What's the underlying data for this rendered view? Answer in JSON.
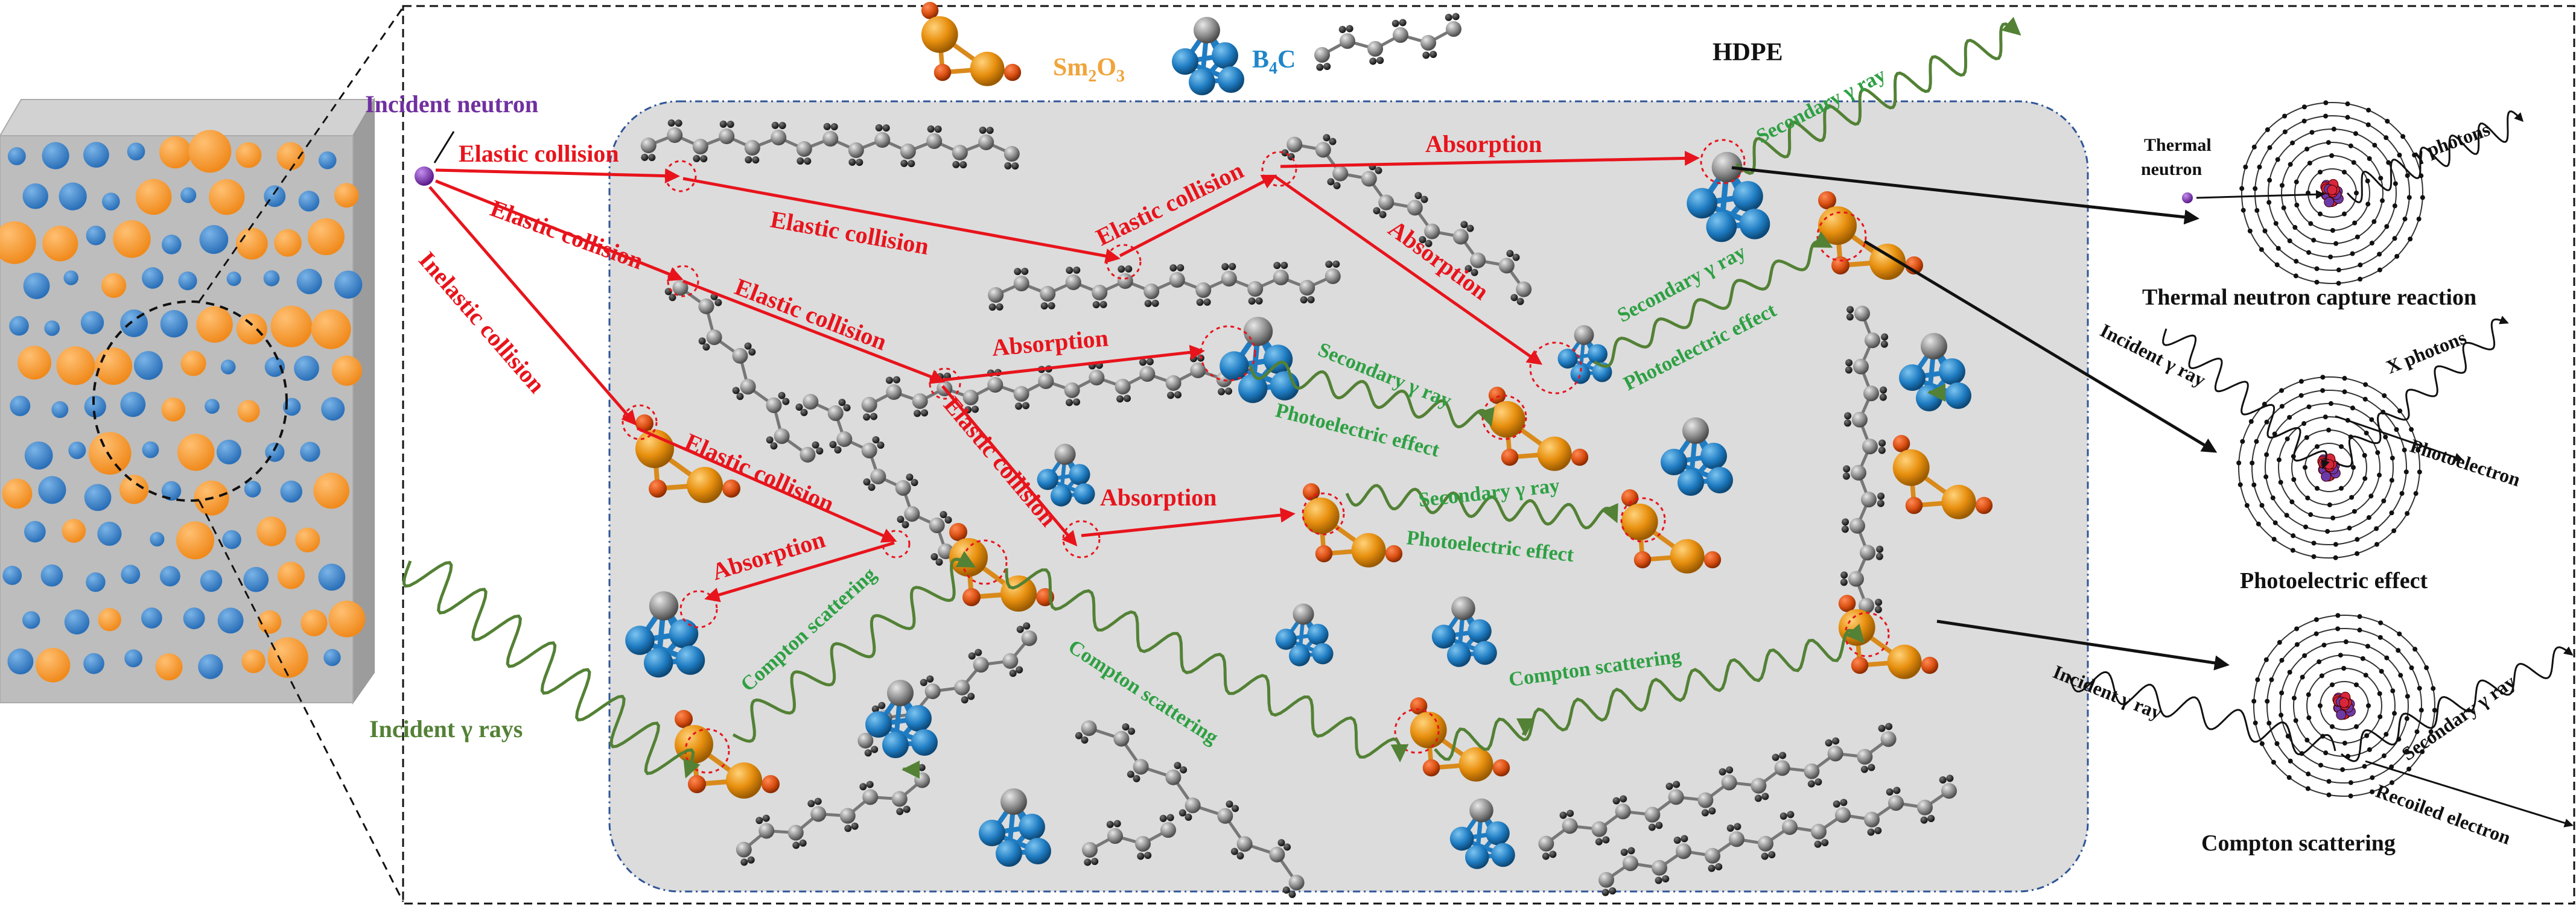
{
  "legend": {
    "sm2o3": {
      "main": "Sm",
      "sub1": "2",
      "mid": "O",
      "sub2": "3"
    },
    "b4c": {
      "main": "B",
      "sub": "4",
      "tail": "C"
    },
    "hdpe": "HDPE"
  },
  "labels": {
    "incident_neutron": "Incident neutron",
    "incident_gamma": "Incident γ rays",
    "elastic": "Elastic collision",
    "inelastic": "Inelastic collision",
    "absorption": "Absorption",
    "secondary_gamma": "Secondary γ ray",
    "photoelectric_effect": "Photoelectric effect",
    "compton_scattering": "Compton scattering"
  },
  "panels": {
    "capture": {
      "title": "Thermal neutron capture reaction",
      "thermal": "Thermal",
      "neutron": "neutron",
      "gamma_photons": "γ photons"
    },
    "photoelectric": {
      "title": "Photoelectric effect",
      "incident": "Incident γ ray",
      "x_photons": "X photons",
      "photoelectron": "Photoelectron"
    },
    "compton": {
      "title": "Compton scattering",
      "incident": "Incident γ ray",
      "secondary": "Secondary γ ray",
      "recoiled": "Recoiled electron"
    }
  },
  "colors": {
    "neutron_path": "#e8141c",
    "gamma_path": "#538135",
    "gamma_text": "#2ea043",
    "sm": "#e8900f",
    "oxygen": "#d94f12",
    "boron": "#1f7cc2",
    "carbon": "#888888",
    "hydrogen": "#222222",
    "neutron": "#7030a0",
    "legend_sm": "#f0a43a",
    "legend_b": "#1f86c8",
    "composite": "#b9b9b9"
  }
}
